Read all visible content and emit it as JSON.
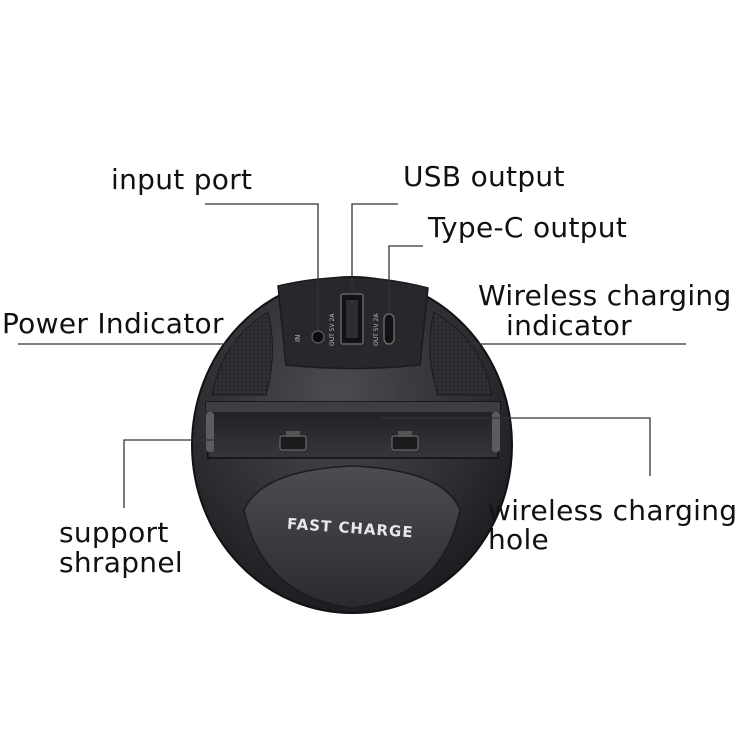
{
  "labels": {
    "input_port": "input port",
    "usb_output": "USB output",
    "typec_output": "Type-C output",
    "power_indicator": "Power Indicator",
    "wireless_indicator_line1": "Wireless charging",
    "wireless_indicator_line2": "indicator",
    "support_line1": "support",
    "support_line2": "shrapnel",
    "hole_line1": "wireless charging",
    "hole_line2": "hole"
  },
  "device": {
    "pad_text": "FAST CHARGE",
    "port_in": "IN",
    "port_usb": "OUT 5V 2A",
    "port_typec": "OUT 5V 2A"
  },
  "colors": {
    "body": "#2b2d31",
    "body_edge": "#16171a",
    "pad": "#3a3c40",
    "leader": "#333333"
  }
}
